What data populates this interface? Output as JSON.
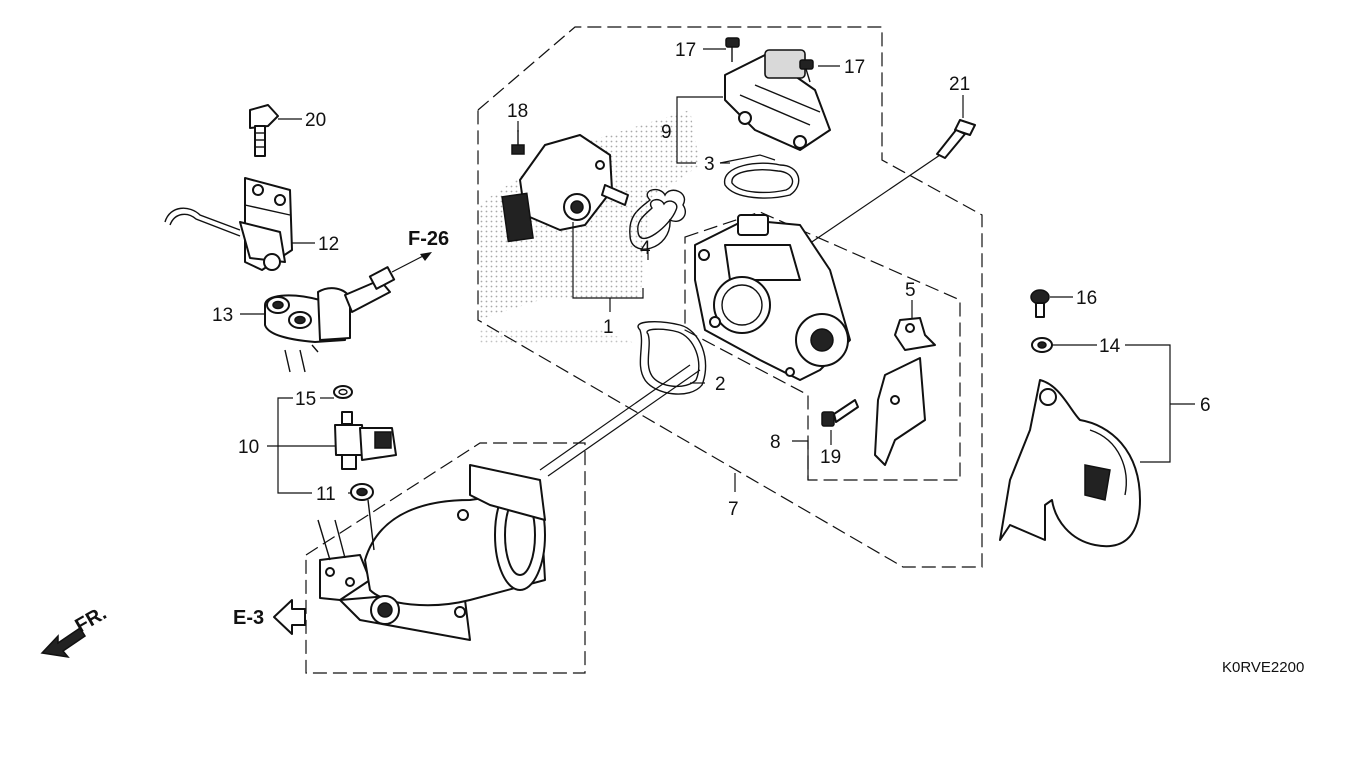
{
  "diagram": {
    "callouts": [
      "1",
      "2",
      "3",
      "4",
      "5",
      "6",
      "7",
      "8",
      "9",
      "10",
      "11",
      "12",
      "13",
      "14",
      "15",
      "16",
      "17",
      "17",
      "18",
      "19",
      "20",
      "21"
    ],
    "refs": {
      "f26": "F-26",
      "e3": "E-3",
      "front": "FR."
    },
    "drawing_code": "K0RVE2200"
  }
}
